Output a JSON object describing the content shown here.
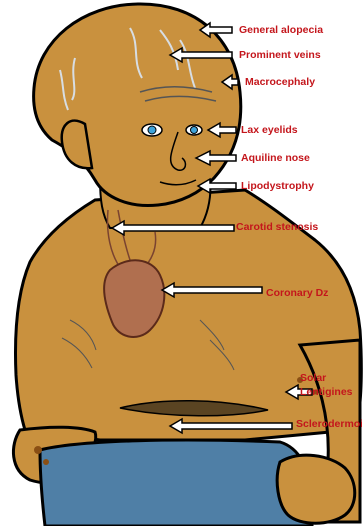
{
  "figure": {
    "colors": {
      "skin": "#c9913e",
      "skin_shadow": "#9c6a24",
      "outline": "#000000",
      "label_red": "#c4161c",
      "vessel": "#b06f4f",
      "eye": "#3fa3d9",
      "pants": "#4f7fa6",
      "veins": "#d7dde3"
    },
    "labels": [
      {
        "id": "general-alopecia",
        "text": "General alopecia"
      },
      {
        "id": "prominent-veins",
        "text": "Prominent veins"
      },
      {
        "id": "macrocephaly",
        "text": "Macrocephaly"
      },
      {
        "id": "lax-eyelids",
        "text": "Lax eyelids"
      },
      {
        "id": "aquiline-nose",
        "text": "Aquiline nose"
      },
      {
        "id": "lipodystrophy",
        "text": "Lipodystrophy"
      },
      {
        "id": "carotid-stenosis",
        "text": "Carotid stenosis"
      },
      {
        "id": "coronary-dz",
        "text": "Coronary Dz"
      },
      {
        "id": "solar-lentigines-1",
        "text": "Solar"
      },
      {
        "id": "solar-lentigines-2",
        "text": "Lentigines"
      },
      {
        "id": "sclerodermoid",
        "text": "Sclerodermoid"
      }
    ]
  }
}
